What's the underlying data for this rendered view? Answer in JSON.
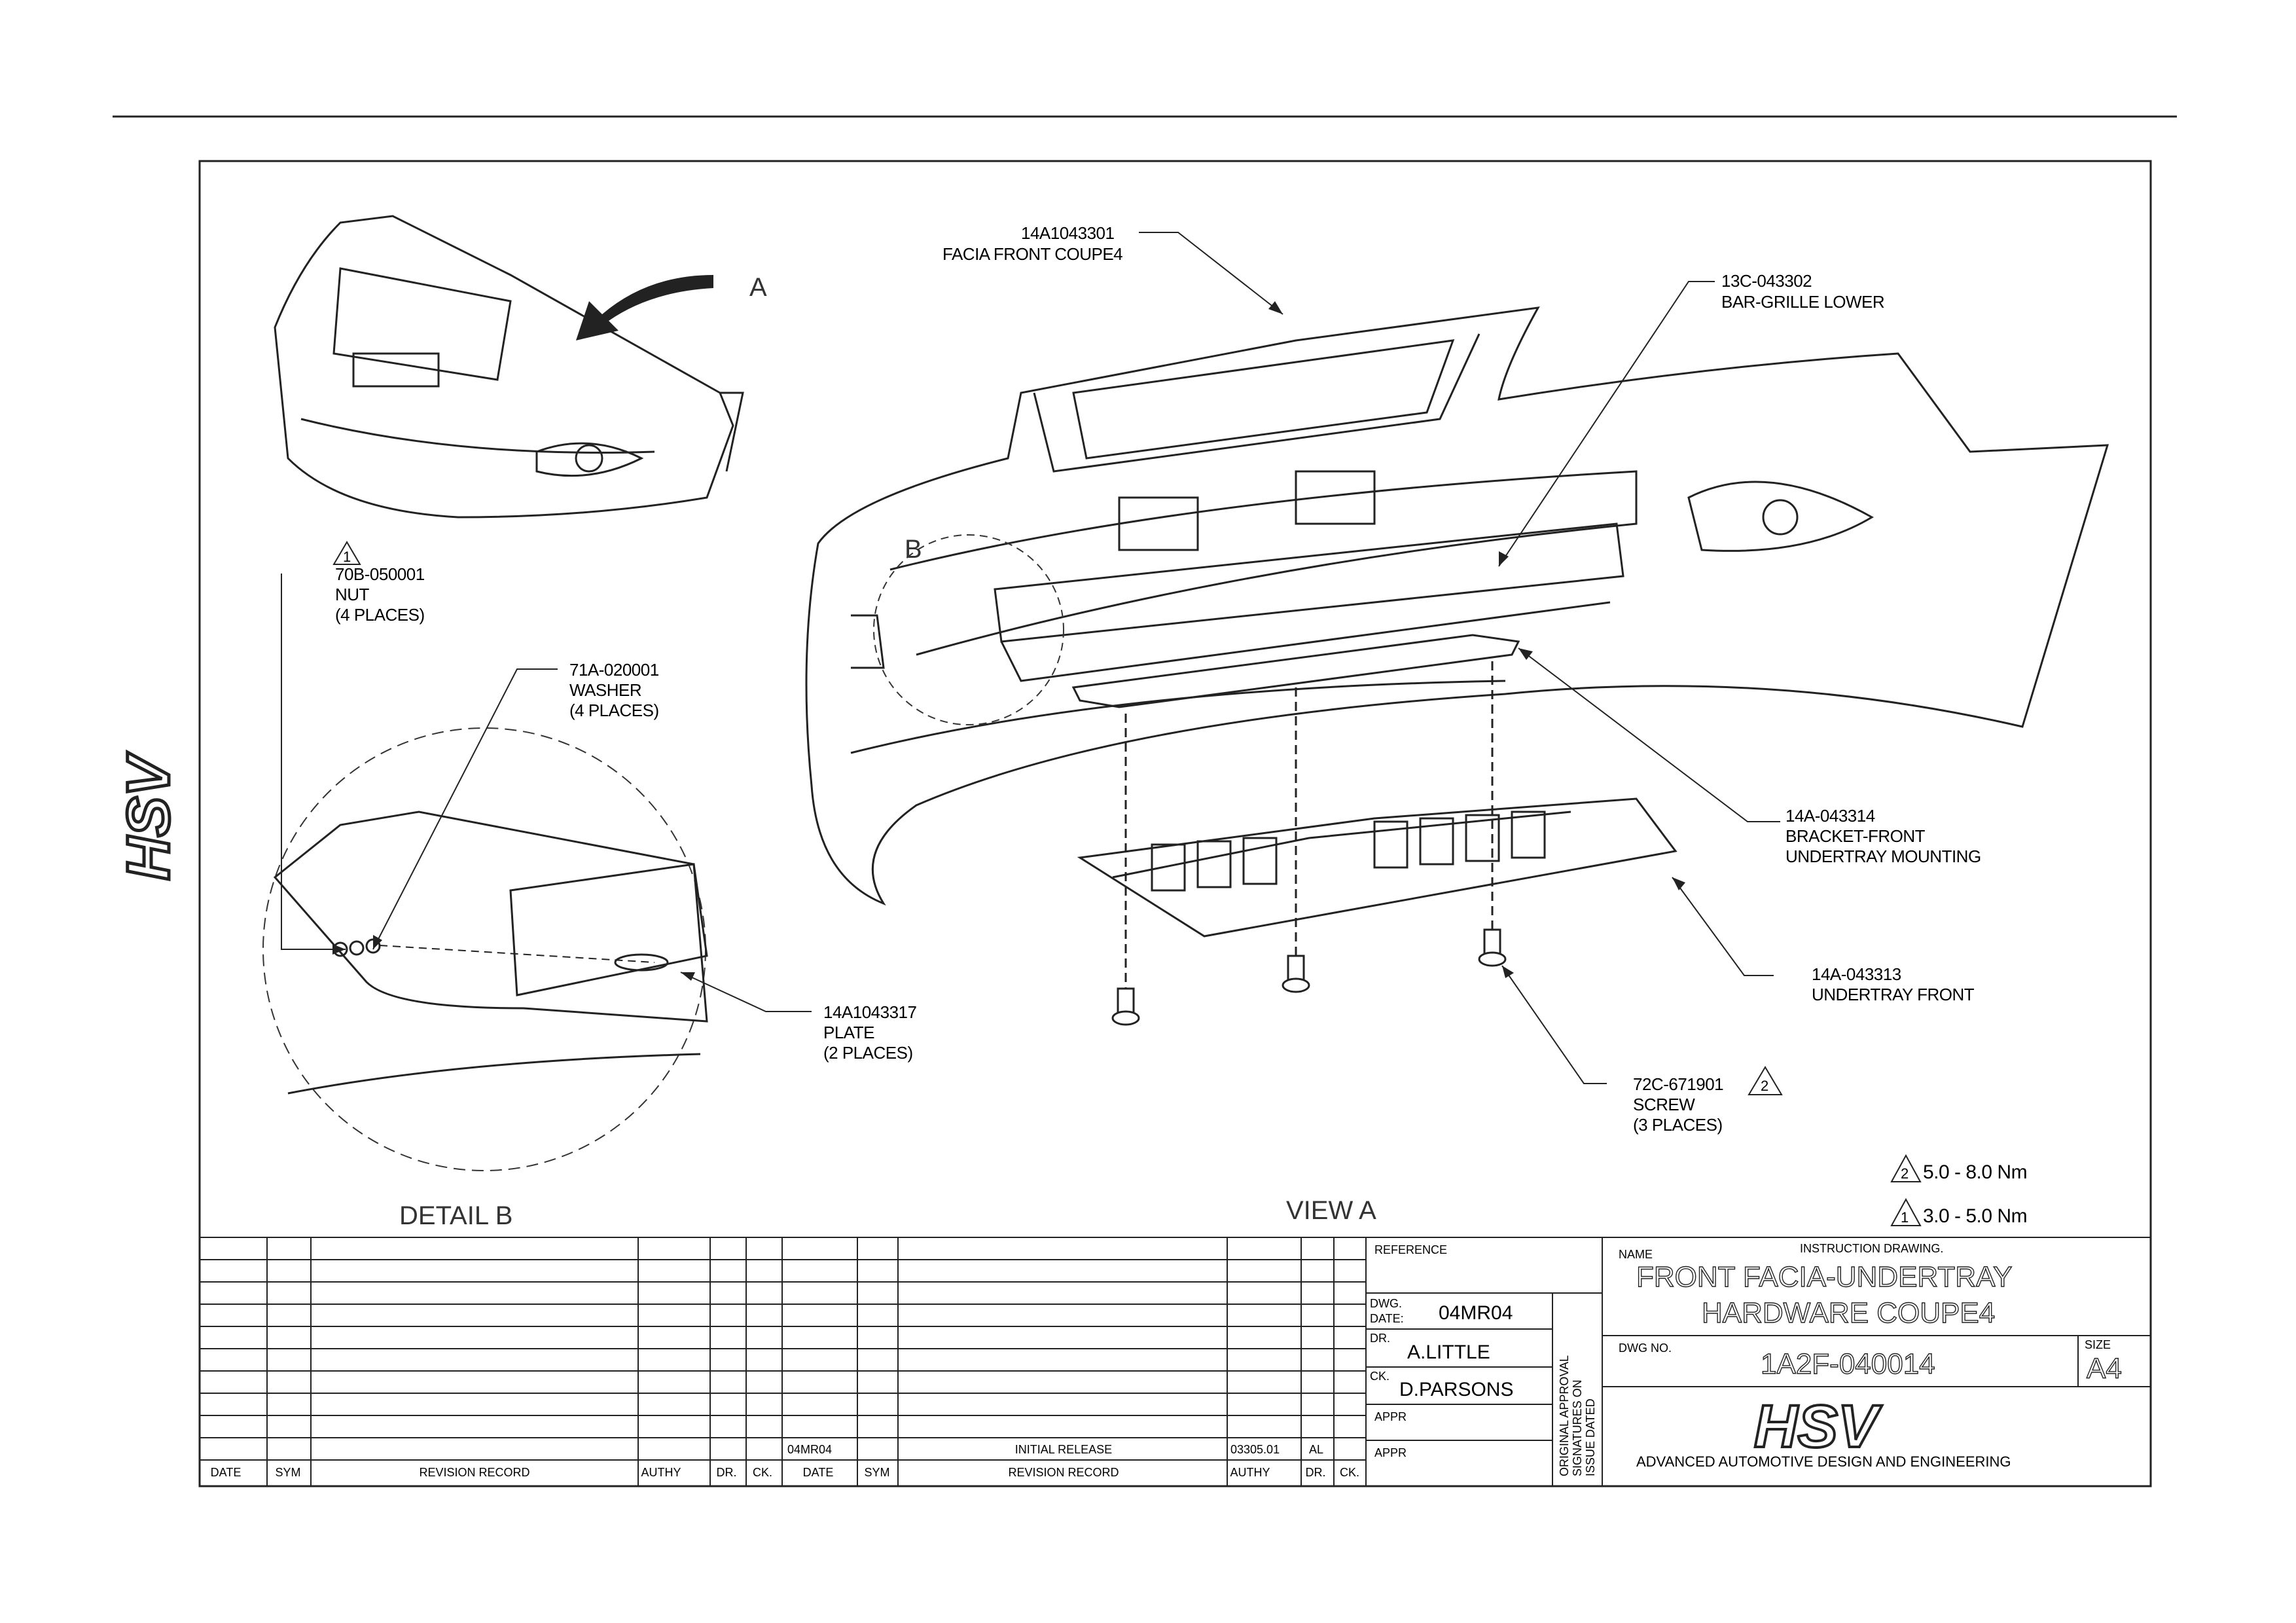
{
  "callouts": {
    "facia": [
      "14A1043301",
      "FACIA FRONT COUPE4"
    ],
    "bar_grille": [
      "13C-043302",
      "BAR-GRILLE LOWER"
    ],
    "nut": [
      "70B-050001",
      "NUT",
      "(4 PLACES)"
    ],
    "washer": [
      "71A-020001",
      "WASHER",
      "(4 PLACES)"
    ],
    "plate": [
      "14A1043317",
      "PLATE",
      "(2 PLACES)"
    ],
    "bracket": [
      "14A-043314",
      "BRACKET-FRONT",
      "UNDERTRAY MOUNTING"
    ],
    "undertray": [
      "14A-043313",
      "UNDERTRAY FRONT"
    ],
    "screw": [
      "72C-671901",
      "SCREW",
      "(3 PLACES)"
    ]
  },
  "view_markers": {
    "view_a_arrow": "A",
    "detail_b_circle": "B"
  },
  "symbols": {
    "tri1": "1",
    "tri2": "2"
  },
  "torque_notes": [
    {
      "symbol": "2",
      "text": "5.0 - 8.0 Nm"
    },
    {
      "symbol": "1",
      "text": "3.0 - 5.0 Nm"
    }
  ],
  "view_labels": {
    "detail": "DETAIL B",
    "view": "VIEW A"
  },
  "revision_table": {
    "headers_left": [
      "DATE",
      "SYM",
      "REVISION RECORD",
      "AUTHY",
      "DR.",
      "CK."
    ],
    "headers_right": [
      "DATE",
      "SYM",
      "REVISION RECORD",
      "AUTHY",
      "DR.",
      "CK."
    ],
    "entry": {
      "date": "04MR04",
      "record": "INITIAL RELEASE",
      "authy": "03305.01",
      "dr": "AL"
    }
  },
  "title_block": {
    "reference_label": "REFERENCE",
    "dwg_date_label_1": "DWG.",
    "dwg_date_label_2": "DATE:",
    "dwg_date": "04MR04",
    "dr_label": "DR.",
    "dr": "A.LITTLE",
    "ck_label": "CK.",
    "ck": "D.PARSONS",
    "appr_label": "APPR",
    "approval_note": [
      "ORIGINAL APPROVAL",
      "SIGNATURES ON",
      "ISSUE DATED"
    ],
    "name_label": "NAME",
    "instruction": "INSTRUCTION DRAWING.",
    "title_1": "FRONT FACIA-UNDERTRAY",
    "title_2": "HARDWARE COUPE4",
    "dwg_no_label": "DWG NO.",
    "dwg_no": "1A2F-040014",
    "size_label": "SIZE",
    "size": "A4",
    "company": "ADVANCED AUTOMOTIVE DESIGN AND ENGINEERING"
  },
  "logo": {
    "text": "HSV"
  },
  "icons": [
    "hsv-logo-icon",
    "view-arrow-icon",
    "revision-triangle-icon",
    "leader-arrow-icon"
  ]
}
